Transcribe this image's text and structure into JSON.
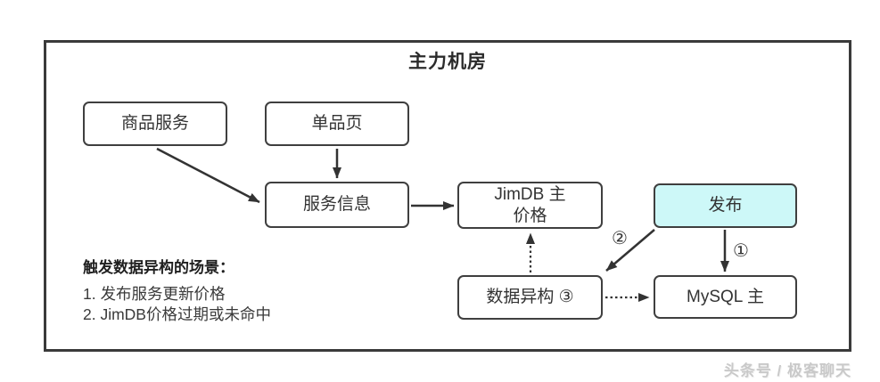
{
  "diagram": {
    "title": "主力机房",
    "nodes": {
      "product_service": {
        "label": "商品服务"
      },
      "single_item_page": {
        "label": "单品页"
      },
      "service_info": {
        "label": "服务信息"
      },
      "jimdb_master": {
        "label_line1": "JimDB 主",
        "label_line2": "价格"
      },
      "publish": {
        "label": "发布"
      },
      "data_hetero": {
        "label": "数据异构 ③"
      },
      "mysql_master": {
        "label": "MySQL 主"
      }
    },
    "edge_labels": {
      "one": "①",
      "two": "②"
    },
    "notes": {
      "heading": "触发数据异构的场景：",
      "items": [
        "1. 发布服务更新价格",
        "2. JimDB价格过期或未命中"
      ]
    }
  },
  "watermark": "头条号 / 极客聊天",
  "colors": {
    "frame_border": "#3a3a3a",
    "box_border": "#3f3f3f",
    "highlight_fill": "#cdf8f8",
    "text": "#333333",
    "watermark_text": "#c9c9c9"
  }
}
